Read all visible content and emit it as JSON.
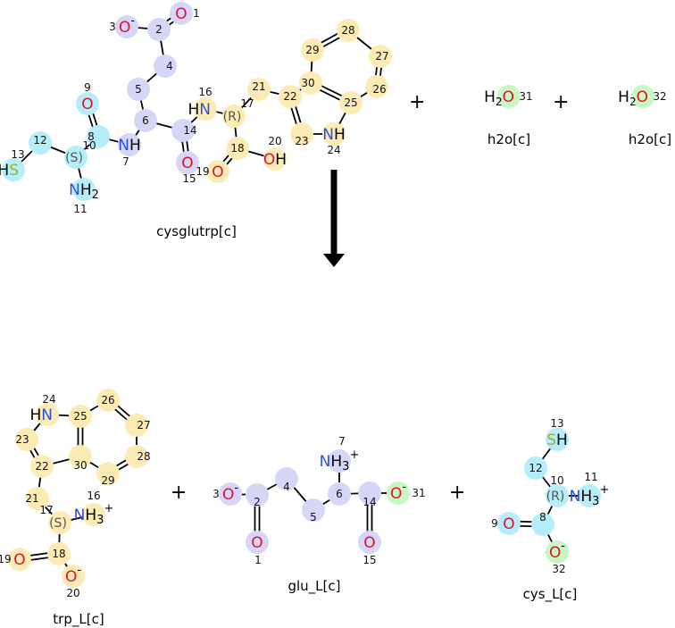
{
  "colors": {
    "purple": "#d6d6f8",
    "yellow": "#fdebb5",
    "cyan": "#b5eefa",
    "green": "#c9f7c4",
    "O": "#e0102a",
    "N": "#2a50e0",
    "S": "#a0b020",
    "bond": "#000000"
  },
  "operators": {
    "plus": "+"
  },
  "molecules": [
    {
      "key": "cysglutrp",
      "name": "cysglutrp[c]",
      "atoms": [
        {
          "id": "1",
          "el": "O",
          "hl": "purple"
        },
        {
          "id": "2",
          "hl": "purple"
        },
        {
          "id": "3",
          "el": "O",
          "sup": "-",
          "hl": "purple"
        },
        {
          "id": "4",
          "hl": "purple"
        },
        {
          "id": "5",
          "hl": "purple"
        },
        {
          "id": "6",
          "hl": "purple"
        },
        {
          "id": "7",
          "el": "N",
          "post": "H",
          "hl": "purple"
        },
        {
          "id": "8",
          "hl": "cyan"
        },
        {
          "id": "9",
          "el": "O",
          "hl": "cyan"
        },
        {
          "id": "10",
          "stereo": "(S)",
          "hl": "cyan"
        },
        {
          "id": "11",
          "el": "N",
          "post": "H",
          "sub": "2",
          "hl": "cyan"
        },
        {
          "id": "12",
          "hl": "cyan"
        },
        {
          "id": "13",
          "pre": "H",
          "el": "S",
          "hl": "cyan"
        },
        {
          "id": "14",
          "hl": "purple"
        },
        {
          "id": "15",
          "el": "O",
          "hl": "purple"
        },
        {
          "id": "16",
          "pre": "H",
          "el": "N",
          "hl": "yellow"
        },
        {
          "id": "17",
          "stereo": "(R)",
          "hl": "yellow"
        },
        {
          "id": "18",
          "hl": "yellow"
        },
        {
          "id": "19",
          "el": "O",
          "hl": "yellow"
        },
        {
          "id": "20",
          "el": "O",
          "post": "H",
          "hl": "yellow"
        },
        {
          "id": "21",
          "hl": "yellow"
        },
        {
          "id": "22",
          "hl": "yellow"
        },
        {
          "id": "23",
          "hl": "yellow"
        },
        {
          "id": "24",
          "el": "N",
          "post": "H",
          "hl": "yellow"
        },
        {
          "id": "25",
          "hl": "yellow"
        },
        {
          "id": "26",
          "hl": "yellow"
        },
        {
          "id": "27",
          "hl": "yellow"
        },
        {
          "id": "28",
          "hl": "yellow"
        },
        {
          "id": "29",
          "hl": "yellow"
        },
        {
          "id": "30",
          "hl": "yellow"
        }
      ]
    },
    {
      "key": "h2o31",
      "name": "h2o[c]",
      "atoms": [
        {
          "id": "31",
          "pre": "H",
          "presub": "2",
          "el": "O",
          "hl": "green"
        }
      ]
    },
    {
      "key": "h2o32",
      "name": "h2o[c]",
      "atoms": [
        {
          "id": "32",
          "pre": "H",
          "presub": "2",
          "el": "O",
          "hl": "green"
        }
      ]
    },
    {
      "key": "trp",
      "name": "trp_L[c]",
      "atoms": [
        {
          "id": "24",
          "pre": "H",
          "el": "N",
          "hl": "yellow"
        },
        {
          "id": "25",
          "hl": "yellow"
        },
        {
          "id": "26",
          "hl": "yellow"
        },
        {
          "id": "27",
          "hl": "yellow"
        },
        {
          "id": "28",
          "hl": "yellow"
        },
        {
          "id": "29",
          "hl": "yellow"
        },
        {
          "id": "30",
          "hl": "yellow"
        },
        {
          "id": "23",
          "hl": "yellow"
        },
        {
          "id": "22",
          "hl": "yellow"
        },
        {
          "id": "21",
          "hl": "yellow"
        },
        {
          "id": "17",
          "stereo": "(S)",
          "hl": "yellow"
        },
        {
          "id": "16",
          "el": "N",
          "post": "H",
          "sub": "3",
          "sup": "+",
          "hl": "yellow"
        },
        {
          "id": "18",
          "hl": "yellow"
        },
        {
          "id": "19",
          "el": "O",
          "hl": "yellow"
        },
        {
          "id": "20",
          "el": "O",
          "sup": "-",
          "hl": "yellow"
        }
      ]
    },
    {
      "key": "glu",
      "name": "glu_L[c]",
      "atoms": [
        {
          "id": "3",
          "el": "O",
          "sup": "-",
          "hl": "purple"
        },
        {
          "id": "2",
          "hl": "purple"
        },
        {
          "id": "1",
          "el": "O",
          "hl": "purple"
        },
        {
          "id": "4",
          "hl": "purple"
        },
        {
          "id": "5",
          "hl": "purple"
        },
        {
          "id": "6",
          "hl": "purple"
        },
        {
          "id": "7",
          "el": "N",
          "post": "H",
          "sub": "3",
          "sup": "+",
          "hl": "purple"
        },
        {
          "id": "14",
          "hl": "purple"
        },
        {
          "id": "15",
          "el": "O",
          "hl": "purple"
        },
        {
          "id": "31",
          "el": "O",
          "sup": "-",
          "hl": "green"
        }
      ]
    },
    {
      "key": "cys",
      "name": "cys_L[c]",
      "atoms": [
        {
          "id": "13",
          "el": "S",
          "post": "H",
          "hl": "cyan"
        },
        {
          "id": "12",
          "hl": "cyan"
        },
        {
          "id": "10",
          "stereo": "(R)",
          "hl": "cyan"
        },
        {
          "id": "11",
          "el": "N",
          "post": "H",
          "sub": "3",
          "sup": "+",
          "hl": "cyan"
        },
        {
          "id": "8",
          "hl": "cyan"
        },
        {
          "id": "9",
          "el": "O",
          "hl": "cyan"
        },
        {
          "id": "32",
          "el": "O",
          "sup": "-",
          "hl": "green"
        }
      ]
    }
  ]
}
